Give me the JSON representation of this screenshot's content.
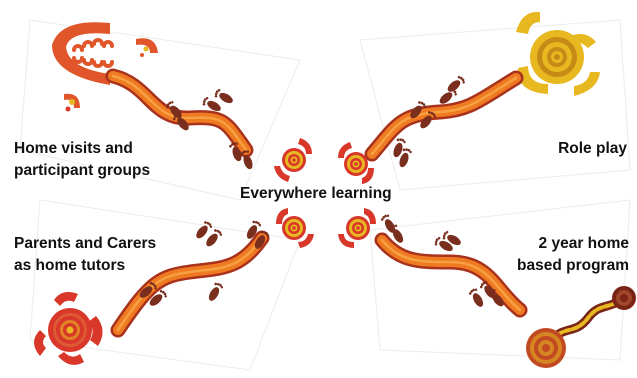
{
  "labels": {
    "top_left": [
      "Home visits and",
      "participant groups"
    ],
    "top_right": [
      "Role play"
    ],
    "center": "Everywhere learning",
    "bottom_left": [
      "Parents and Carers",
      "as home tutors"
    ],
    "bottom_right": [
      "2 year home",
      "based program"
    ]
  },
  "icons": {
    "top_left": "u-shape-and-arc-people-symbol",
    "top_right": "concentric-circle-meeting-place-with-arcs",
    "bottom_left": "concentric-circle-meeting-place-with-arcs",
    "bottom_right": "concentric-circle-with-wavy-track",
    "center": "meeting-place-symbols",
    "paths": "footprint-track"
  },
  "colors": {
    "track_outline": "#a8321c",
    "track_fill": "#f07a22",
    "track_inner": "#f5a142",
    "footprint": "#7a2e1e",
    "red": "#d8372a",
    "orange_red": "#e0562a",
    "yellow": "#e8b820",
    "dark_red": "#7a2416",
    "text": "#111111",
    "background": "#ffffff"
  }
}
